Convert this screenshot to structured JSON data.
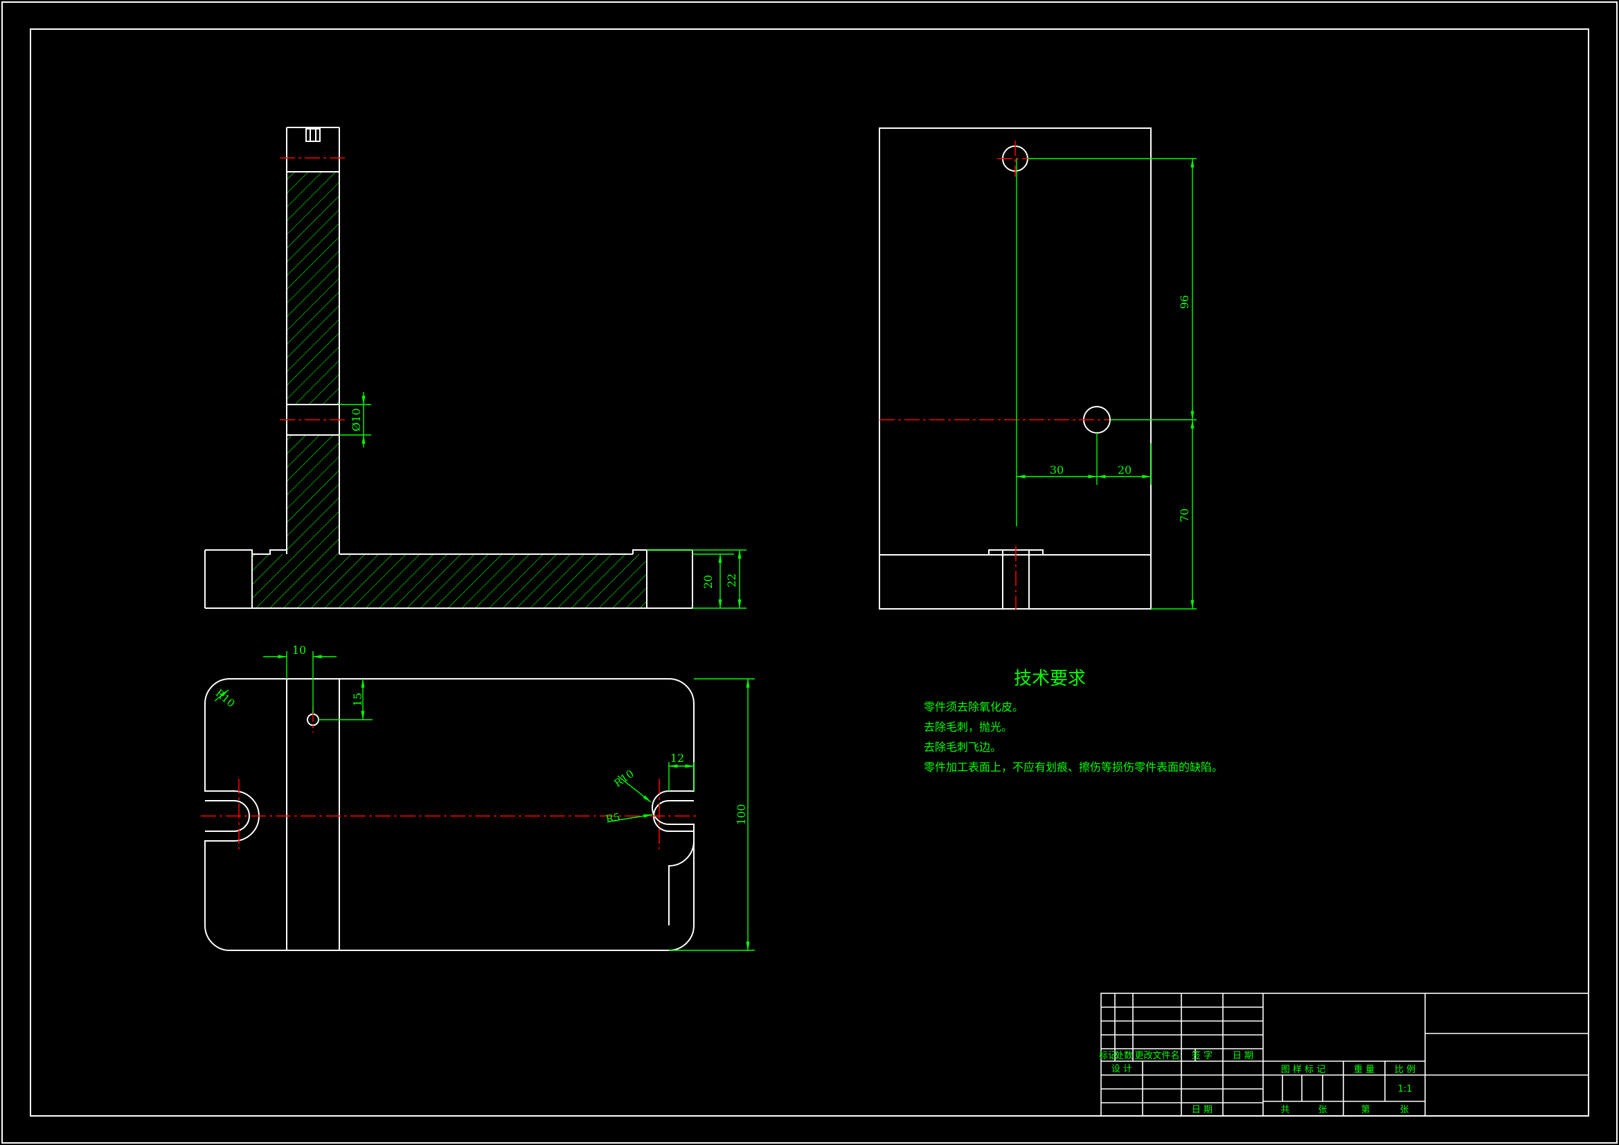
{
  "drawing": {
    "colors": {
      "background": "#000000",
      "outline": "#ffffff",
      "dimension": "#00ff00",
      "centerline": "#ff0000",
      "hatch": "#00ff00"
    }
  },
  "dimensions": {
    "hole_dia": "Ø10",
    "base_height": "20",
    "base_total_height": "22",
    "top_offset": "10",
    "hole_edge_offset": "15",
    "corner_radius": "R10",
    "slot_radius_outer": "R10",
    "slot_radius_inner": "R5",
    "slot_depth": "12",
    "plate_width": "100",
    "upper_hole_spacing": "96",
    "lower_height": "70",
    "hole_to_edge_a": "30",
    "hole_to_edge_b": "20"
  },
  "tech_requirements": {
    "title": "技术要求",
    "items": [
      "零件须去除氧化皮。",
      "去除毛刺，抛光。",
      "去除毛刺飞边。",
      "零件加工表面上，不应有划痕、擦伤等损伤零件表面的缺陷。"
    ]
  },
  "title_block": {
    "mark": "标记",
    "count": "处数",
    "change_doc": "更改文件名",
    "signature": "签  字",
    "date_header": "日  期",
    "design": "设  计",
    "stage_mark": "图  样  标  记",
    "weight": "重  量",
    "scale_label": "比  例",
    "scale_value": "1:1",
    "date": "日  期",
    "total": "共",
    "sheets": "张",
    "sheet_no": "第",
    "sheet": "张"
  }
}
